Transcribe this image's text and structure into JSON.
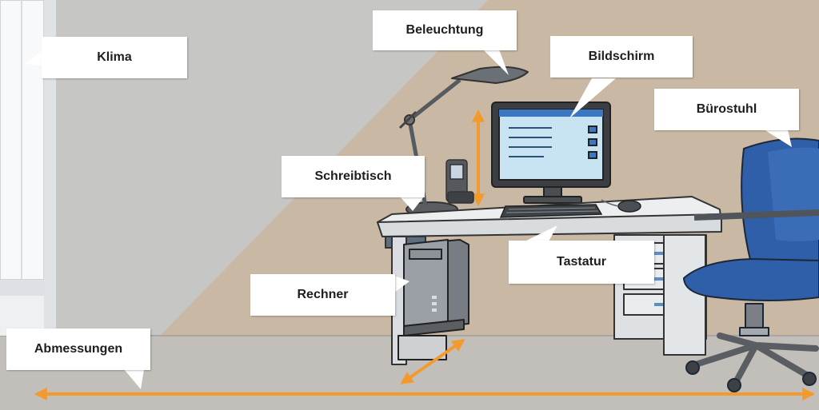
{
  "labels": {
    "klima": "Klima",
    "beleuchtung": "Beleuchtung",
    "bildschirm": "Bildschirm",
    "buerostuhl": "Bürostuhl",
    "schreibtisch": "Schreibtisch",
    "tastatur": "Tastatur",
    "rechner": "Rechner",
    "abmessungen": "Abmessungen"
  },
  "colors": {
    "accent": "#f39a2f",
    "chair": "#2f5fa8",
    "wall_light": "#c6c6c4",
    "wall_wood": "#c9b8a3",
    "floor": "#c2bfbb",
    "desk": "#e4e6e8"
  }
}
